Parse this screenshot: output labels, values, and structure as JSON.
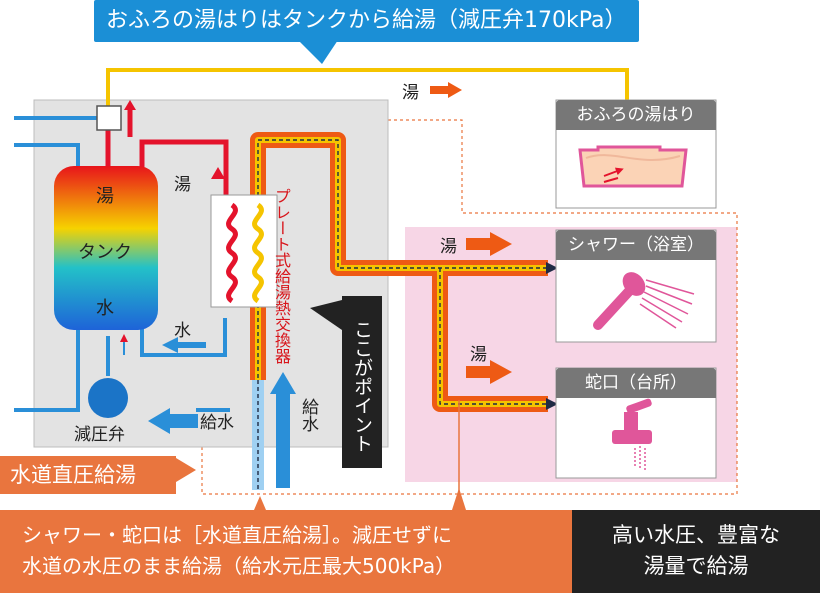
{
  "callout_top": "おふろの湯はりはタンクから給湯（減圧弁170kPa）",
  "bath_box": {
    "title": "おふろの湯はり"
  },
  "shower_box": {
    "title": "シャワー（浴室）"
  },
  "faucet_box": {
    "title": "蛇口（台所）"
  },
  "labels": {
    "hot_top": "湯",
    "hot_tank_out": "湯",
    "hot_shower": "湯",
    "hot_faucet": "湯",
    "water_return": "水",
    "water_supply_left": "給水",
    "water_supply_up": "給水",
    "pressure_valve": "減圧弁"
  },
  "tank": {
    "top": "湯",
    "middle": "タンク",
    "bottom": "水"
  },
  "heat_exchanger_label": "プレート式給湯熱交換器",
  "point_label": "ここがポイント",
  "system_label": "水道直圧給湯",
  "bottom_left": {
    "line1": "シャワー・蛇口は［水道直圧給湯］。減圧せずに",
    "line2": "水道の水圧のまま給湯（給水元圧最大500kPa）"
  },
  "bottom_right": {
    "line1": "高い水圧、豊富な",
    "line2": "湯量で給湯"
  },
  "colors": {
    "callout_blue": "#1b8fd6",
    "pipe_hot_red": "#e4132c",
    "pipe_water_blue": "#2a8fd8",
    "pipe_direct_orange": "#ee5a14",
    "pipe_bath_yellow": "#f5c400",
    "accent_orange": "#e9753e",
    "unit_gray": "#e3e3e3",
    "pink_area": "#f7d6e6",
    "fixture_pink": "#e0569a"
  }
}
